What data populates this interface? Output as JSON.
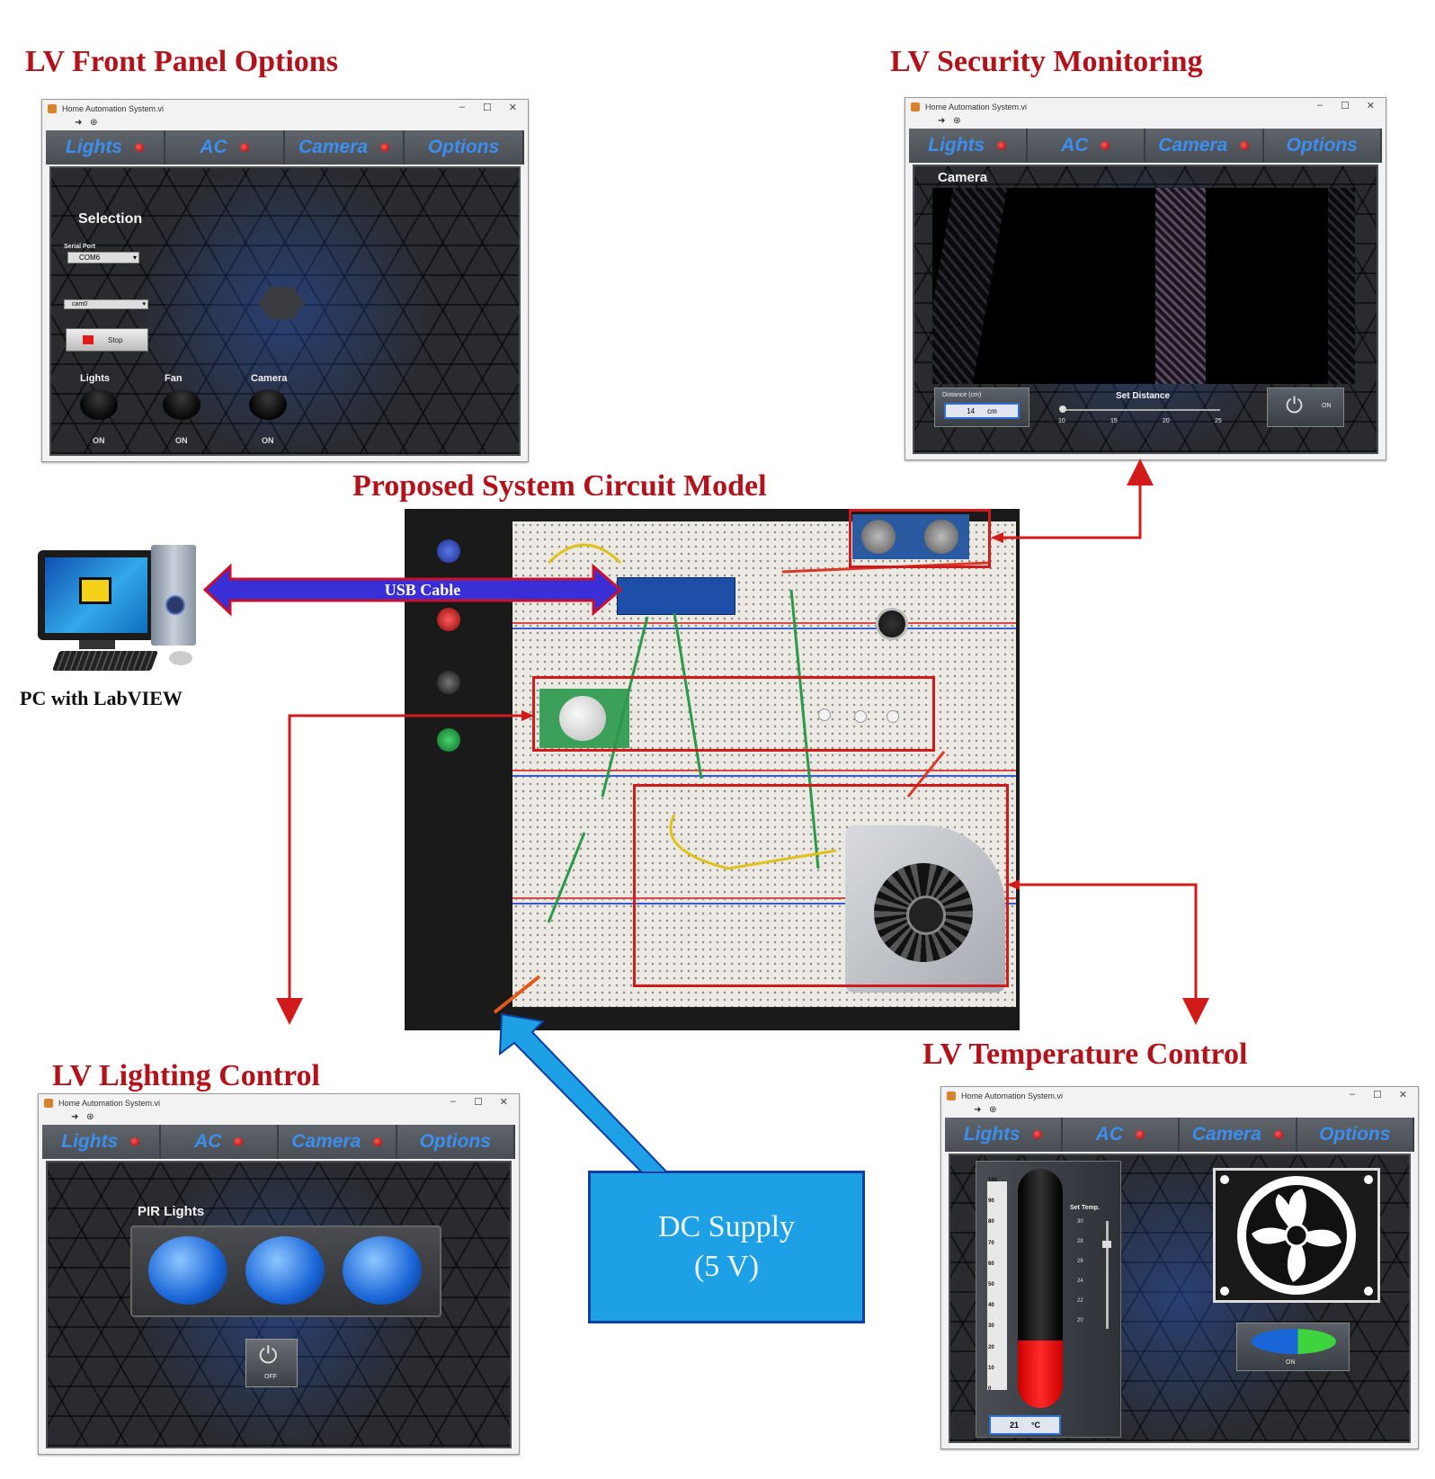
{
  "titles": {
    "front_panel": "LV Front Panel Options",
    "security": "LV Security Monitoring",
    "circuit": "Proposed System Circuit Model",
    "lighting": "LV Lighting Control",
    "temperature": "LV Temperature Control"
  },
  "window": {
    "title": "Home Automation System.vi",
    "tabs": [
      "Lights",
      "AC",
      "Camera",
      "Options"
    ]
  },
  "front_panel": {
    "selection": "Selection",
    "serial_port_label": "Serial Port",
    "serial_port_value": "COM6",
    "camera_value": "cam0",
    "stop_label": "Stop",
    "switches": [
      {
        "label": "Lights",
        "state": "ON"
      },
      {
        "label": "Fan",
        "state": "ON"
      },
      {
        "label": "Camera",
        "state": "ON"
      }
    ]
  },
  "security": {
    "camera_label": "Camera",
    "distance_label": "Distance (cm)",
    "distance_value": "14",
    "distance_unit": "cm",
    "set_distance_label": "Set Distance",
    "slider_ticks": [
      "10",
      "15",
      "20",
      "25"
    ],
    "slider_value": 10,
    "power_label": "ON"
  },
  "lighting": {
    "pir_label": "PIR Lights",
    "power_label": "OFF"
  },
  "temperature": {
    "scale": [
      "100",
      "90",
      "80",
      "70",
      "60",
      "50",
      "40",
      "30",
      "20",
      "10",
      "0"
    ],
    "reading": "21",
    "unit": "°C",
    "set_temp_label": "Set Temp.",
    "set_scale": [
      "30",
      "28",
      "26",
      "24",
      "22",
      "20"
    ],
    "thermometer_level": 21,
    "fan_switch_label": "ON"
  },
  "labels": {
    "pc": "PC with LabVIEW",
    "usb": "USB Cable",
    "dc_line1": "DC Supply",
    "dc_line2": "(5 V)"
  },
  "colors": {
    "title_red": "#b3121b",
    "tab_blue": "#3b8ff0",
    "usb_arrow": "#3a2fd6",
    "dc_box": "#1ea0e6",
    "connector_red": "#d11a1a"
  }
}
